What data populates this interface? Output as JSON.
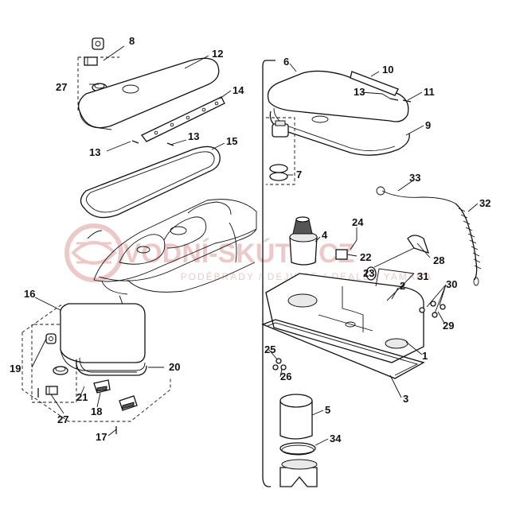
{
  "watermark": {
    "brand": "VODNÍ-SKÚTR.CZ",
    "subtitle": "PODĚBRADY / DEJVICE / DEALER YAMAHA"
  },
  "callouts": [
    {
      "id": "c1",
      "label": "1"
    },
    {
      "id": "c2",
      "label": "2"
    },
    {
      "id": "c3",
      "label": "3"
    },
    {
      "id": "c4",
      "label": "4"
    },
    {
      "id": "c5",
      "label": "5"
    },
    {
      "id": "c6",
      "label": "6"
    },
    {
      "id": "c7",
      "label": "7"
    },
    {
      "id": "c8",
      "label": "8"
    },
    {
      "id": "c9",
      "label": "9"
    },
    {
      "id": "c10",
      "label": "10"
    },
    {
      "id": "c11",
      "label": "11"
    },
    {
      "id": "c12",
      "label": "12"
    },
    {
      "id": "c13a",
      "label": "13"
    },
    {
      "id": "c13b",
      "label": "13"
    },
    {
      "id": "c13c",
      "label": "13"
    },
    {
      "id": "c14",
      "label": "14"
    },
    {
      "id": "c15",
      "label": "15"
    },
    {
      "id": "c16",
      "label": "16"
    },
    {
      "id": "c17",
      "label": "17"
    },
    {
      "id": "c18",
      "label": "18"
    },
    {
      "id": "c19",
      "label": "19"
    },
    {
      "id": "c20",
      "label": "20"
    },
    {
      "id": "c21",
      "label": "21"
    },
    {
      "id": "c22",
      "label": "22"
    },
    {
      "id": "c23",
      "label": "23"
    },
    {
      "id": "c24",
      "label": "24"
    },
    {
      "id": "c25",
      "label": "25"
    },
    {
      "id": "c26",
      "label": "26"
    },
    {
      "id": "c27a",
      "label": "27"
    },
    {
      "id": "c27b",
      "label": "27"
    },
    {
      "id": "c28",
      "label": "28"
    },
    {
      "id": "c29",
      "label": "29"
    },
    {
      "id": "c30",
      "label": "30"
    },
    {
      "id": "c31",
      "label": "31"
    },
    {
      "id": "c32",
      "label": "32"
    },
    {
      "id": "c33",
      "label": "33"
    },
    {
      "id": "c34",
      "label": "34"
    }
  ]
}
